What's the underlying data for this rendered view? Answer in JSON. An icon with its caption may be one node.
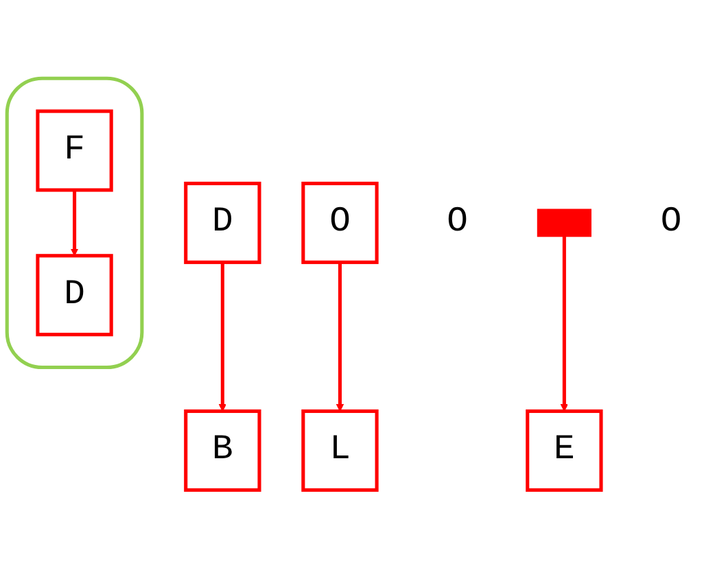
{
  "diagram": {
    "nodes": [
      {
        "text": [
          "D"
        ]
      },
      {
        "text": [
          "O"
        ]
      },
      {
        "text": [
          "O"
        ]
      },
      {
        "text": [],
        "shape": "bar"
      },
      {
        "text": [],
        "shape": "oval"
      },
      {
        "text": [
          "F"
        ],
        "in": 4
      },
      {
        "text": [
          "B"
        ]
      },
      {
        "text": [
          "L"
        ]
      },
      {
        "text": [
          "O"
        ]
      },
      {
        "text": [
          "E"
        ]
      },
      {
        "text": [
          "D"
        ],
        "in": 4
      }
    ],
    "edges": [
      {
        "from": 0,
        "to": 6,
        "arrow": "to"
      },
      {
        "from": 1,
        "to": 7,
        "arrow": "to"
      },
      {
        "from": 3,
        "to": 9,
        "arrow": "to"
      },
      {
        "from": 5,
        "to": 10,
        "arrow": "to"
      }
    ]
  }
}
